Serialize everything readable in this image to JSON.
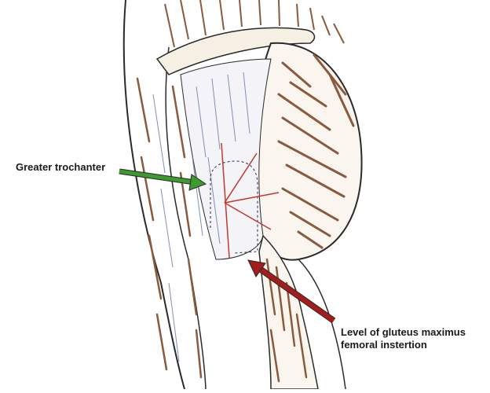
{
  "labels": {
    "greater_trochanter": "Greater trochanter",
    "gluteus_line1": "Level of gluteus maximus",
    "gluteus_line2": "femoral instertion"
  },
  "colors": {
    "muscle_brown": "#8b5a3c",
    "outline": "#2a2a2a",
    "incision_red": "#c0392b",
    "arrow_green": "#3c9a2f",
    "arrow_red": "#a31d1d",
    "tendon_blue": "#7f8fb5"
  }
}
